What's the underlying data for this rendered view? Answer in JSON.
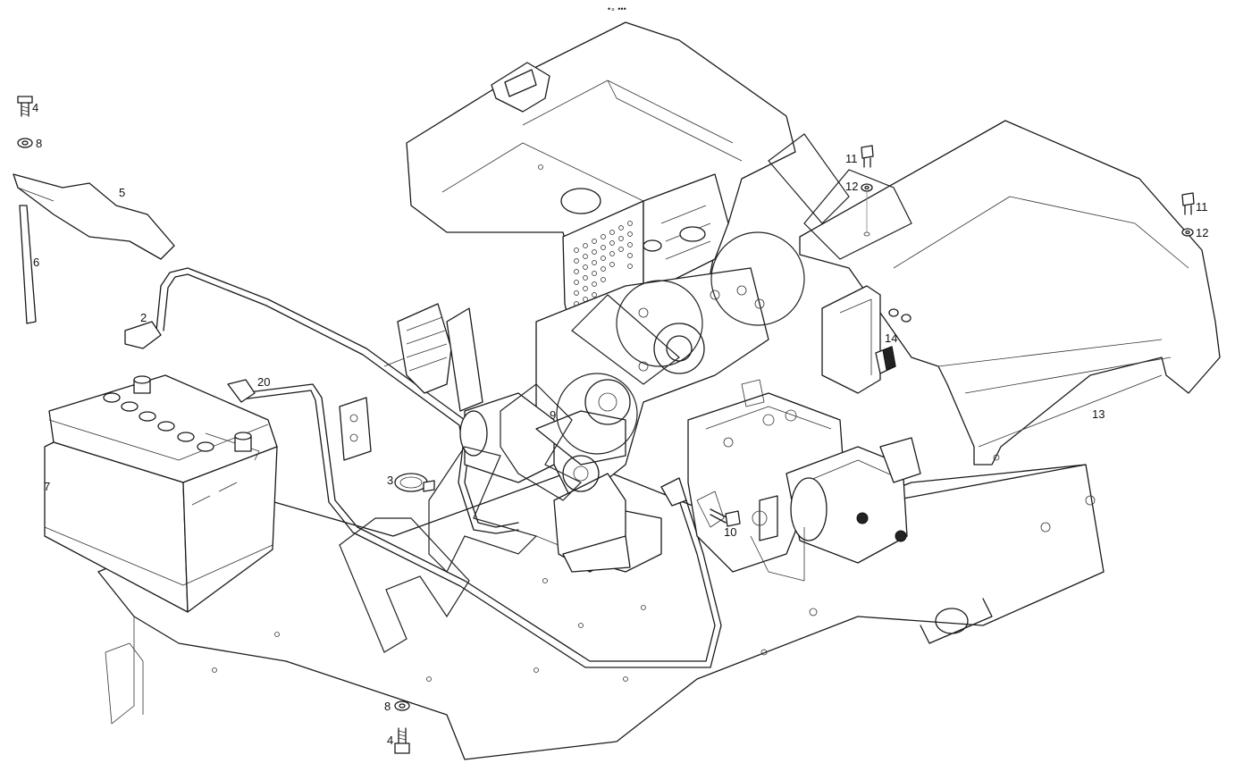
{
  "header": {
    "marker": "•∘ •••"
  },
  "callouts": {
    "c2": "2",
    "c3": "3",
    "c4a": "4",
    "c4b": "4",
    "c5": "5",
    "c6": "6",
    "c7": "7",
    "c8a": "8",
    "c8b": "8",
    "c9": "9",
    "c10": "10",
    "c11a": "11",
    "c11b": "11",
    "c12a": "12",
    "c12b": "12",
    "c13": "13",
    "c14": "14",
    "c20": "20"
  },
  "colors": {
    "line": "#1a1a1a",
    "background": "#ffffff",
    "shade": "#d9d9d9"
  }
}
